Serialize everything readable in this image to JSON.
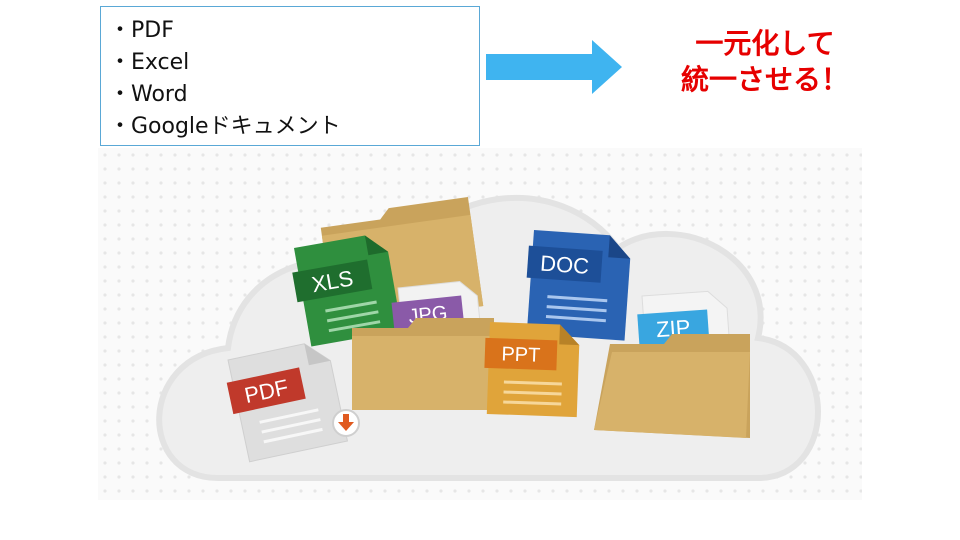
{
  "list": {
    "items": [
      "・PDF",
      "・Excel",
      "・Word",
      "・Googleドキュメント"
    ]
  },
  "headline": {
    "line1": "一元化して",
    "line2": "統一させる！"
  },
  "illustration": {
    "labels": {
      "xls": "XLS",
      "jpg": "JPG",
      "doc": "DOC",
      "zip": "ZIP",
      "ppt": "PPT",
      "pdf": "PDF"
    }
  },
  "colors": {
    "arrow": "#3fb4f0",
    "headline": "#e60000",
    "xls": "#2f8f3e",
    "jpg": "#8a5aa8",
    "doc": "#2a63b3",
    "zip": "#39a6e0",
    "ppt": "#d9731b",
    "pdf": "#c0392b",
    "folder": "#d7b26a"
  }
}
